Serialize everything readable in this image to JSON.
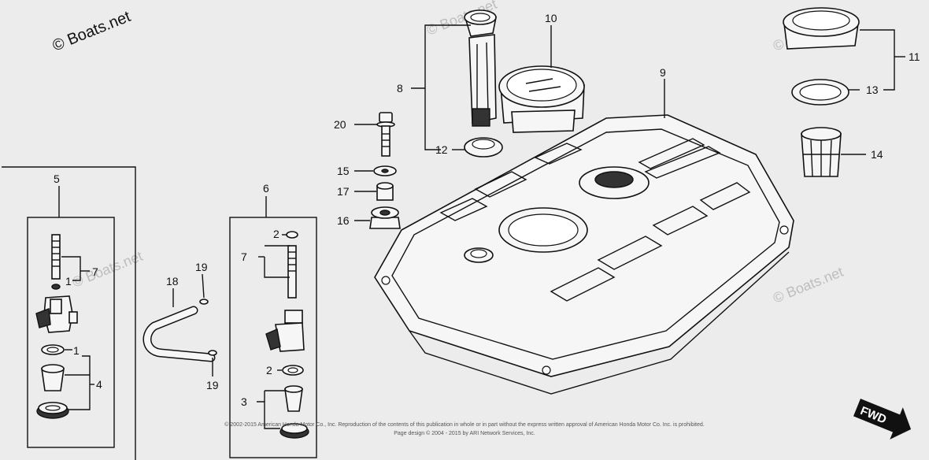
{
  "watermark": {
    "main": "© Boats.net",
    "faint": "© Boats.net"
  },
  "callouts": {
    "c1a": "1",
    "c1b": "1",
    "c2a": "2",
    "c2b": "2",
    "c3": "3",
    "c4": "4",
    "c5": "5",
    "c6": "6",
    "c7a": "7",
    "c7b": "7",
    "c8": "8",
    "c9": "9",
    "c10": "10",
    "c11": "11",
    "c12": "12",
    "c13": "13",
    "c14": "14",
    "c15": "15",
    "c16": "16",
    "c17": "17",
    "c18": "18",
    "c19a": "19",
    "c19b": "19",
    "c20": "20"
  },
  "fwd_label": "FWD",
  "copyright": {
    "line1": "© 2002-2015 American Honda Motor Co., Inc. Reproduction of the contents of this publication in whole or in part without the express written approval of American Honda Motor Co. Inc. is prohibited.",
    "line2": "Page design © 2004 - 2015 by ARI Network Services, Inc."
  },
  "colors": {
    "background": "#ececec",
    "ink": "#111111"
  },
  "icons": {
    "fwd": "fwd-arrow-icon"
  }
}
